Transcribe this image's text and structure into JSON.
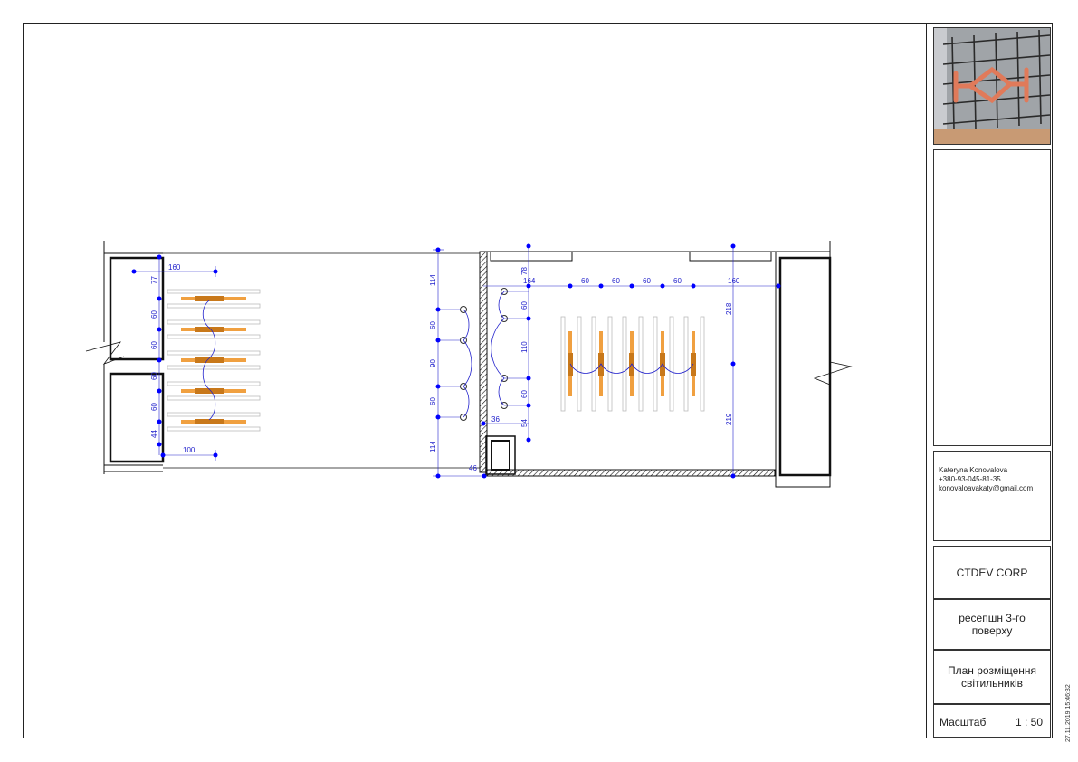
{
  "title_block": {
    "author_name": "Kateryna Konovalova",
    "author_phone": "+380-93-045-81-35",
    "author_email": "konovaloavakaty@gmail.com",
    "company": "CTDEV CORP",
    "project": "ресепшн 3-го поверху",
    "sheet_title": "План розміщення світильників",
    "scale_label": "Масштаб",
    "scale_value": "1 : 50",
    "date": "27.11.2019 15:46:32"
  },
  "dimensions": {
    "left_room": {
      "top_width": "160",
      "bottom_width": "100",
      "v1": "77",
      "v2": "60",
      "v3": "60",
      "v4": "60",
      "v5": "60",
      "v6": "44"
    },
    "corridor": {
      "v_top": "114",
      "v1": "60",
      "v2": "90",
      "v3": "60",
      "v_bottom": "114",
      "h_bottom": "46"
    },
    "right_room": {
      "top_offset": "78",
      "h_start": "164",
      "h1": "60",
      "h2": "60",
      "h3": "60",
      "h4": "60",
      "h_end": "160",
      "left_v1": "60",
      "left_v2": "110",
      "left_v3": "60",
      "left_v4": "54",
      "left_h_small": "36",
      "right_v_top": "218",
      "right_v_bottom": "219"
    }
  },
  "colors": {
    "dimension": "#2222cc",
    "dot": "#0000ff",
    "fixture": "#f0a040",
    "wall": "#111111"
  }
}
